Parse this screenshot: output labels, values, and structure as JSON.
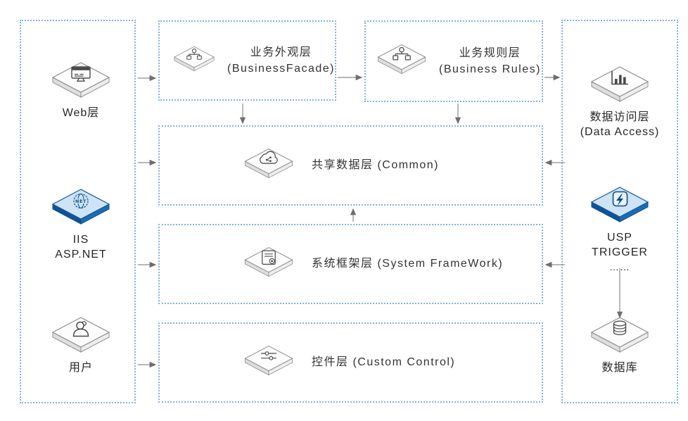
{
  "colors": {
    "background": "#ffffff",
    "dashed_border": "#82b1e2",
    "arrow": "#8a8a8a",
    "tile_top": "#fcfcfc",
    "tile_side": "#e4e4e4",
    "tile_stroke": "#8f8f8f",
    "blue_tile_top": "#cfe3f7",
    "blue_tile_side": "#1a6cb5",
    "blue_tile_stroke": "#0d4e86",
    "glyph": "#4a4a4a",
    "text": "#262626"
  },
  "left_column": {
    "web": {
      "icon": "web-browser-tile-icon",
      "label": "Web层"
    },
    "dotnet": {
      "icon": "dotnet-globe-tile-icon",
      "label1": "IIS",
      "label2": "ASP.NET"
    },
    "user": {
      "icon": "user-tile-icon",
      "label": "用户"
    }
  },
  "layers": {
    "facade": {
      "icon": "hierarchy-tile-icon",
      "title_zh": "业务外观层",
      "title_en": "(BusinessFacade)"
    },
    "rules": {
      "icon": "hierarchy-tile-icon",
      "title_zh": "业务规则层",
      "title_en": "(Business Rules)"
    },
    "common": {
      "icon": "cloud-share-tile-icon",
      "title": "共享数据层 (Common)"
    },
    "framework": {
      "icon": "form-tile-icon",
      "title": "系统框架层 (System FrameWork)"
    },
    "control": {
      "icon": "sliders-tile-icon",
      "title": "控件层 (Custom Control)"
    }
  },
  "right_column": {
    "data_access": {
      "icon": "bar-chart-tile-icon",
      "label1": "数据访问层",
      "label2": "(Data Access)"
    },
    "usp": {
      "icon": "trigger-tile-icon",
      "label1": "USP",
      "label2": "TRIGGER",
      "label3": "……"
    },
    "database": {
      "icon": "database-tile-icon",
      "label": "数据库"
    }
  }
}
